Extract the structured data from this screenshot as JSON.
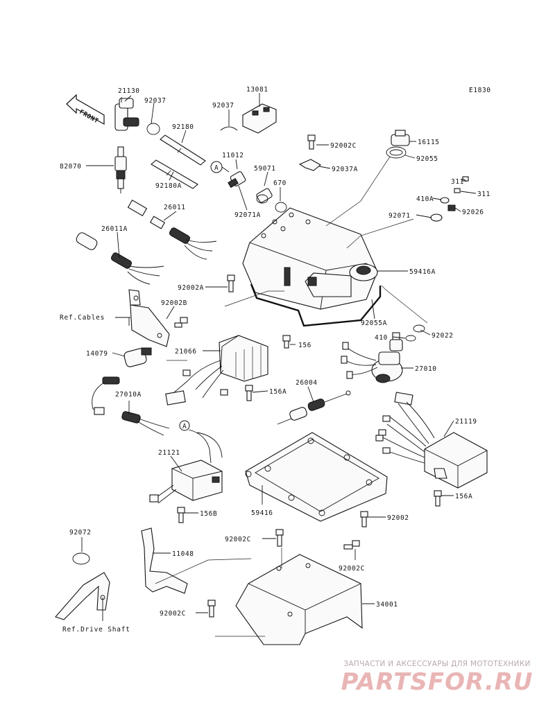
{
  "diagram": {
    "code": "E1830",
    "front_label": "FRONT",
    "callout_a": "A",
    "labels": [
      {
        "id": "21130",
        "text": "21130"
      },
      {
        "id": "92037_a",
        "text": "92037"
      },
      {
        "id": "92037_b",
        "text": "92037"
      },
      {
        "id": "13081",
        "text": "13081"
      },
      {
        "id": "92180",
        "text": "92180"
      },
      {
        "id": "92180A",
        "text": "92180A"
      },
      {
        "id": "82070",
        "text": "82070"
      },
      {
        "id": "11012",
        "text": "11012"
      },
      {
        "id": "59071",
        "text": "59071"
      },
      {
        "id": "670",
        "text": "670"
      },
      {
        "id": "92071A",
        "text": "92071A"
      },
      {
        "id": "92002C_top",
        "text": "92002C"
      },
      {
        "id": "92037A",
        "text": "92037A"
      },
      {
        "id": "16115",
        "text": "16115"
      },
      {
        "id": "92055",
        "text": "92055"
      },
      {
        "id": "311_a",
        "text": "311"
      },
      {
        "id": "311_b",
        "text": "311"
      },
      {
        "id": "410A",
        "text": "410A"
      },
      {
        "id": "92026",
        "text": "92026"
      },
      {
        "id": "92071",
        "text": "92071"
      },
      {
        "id": "26011",
        "text": "26011"
      },
      {
        "id": "26011A",
        "text": "26011A"
      },
      {
        "id": "59416A",
        "text": "59416A"
      },
      {
        "id": "92002A",
        "text": "92002A"
      },
      {
        "id": "92002B",
        "text": "92002B"
      },
      {
        "id": "ref_cables",
        "text": "Ref.Cables"
      },
      {
        "id": "92055A",
        "text": "92055A"
      },
      {
        "id": "92022",
        "text": "92022"
      },
      {
        "id": "410",
        "text": "410"
      },
      {
        "id": "156",
        "text": "156"
      },
      {
        "id": "14079",
        "text": "14079"
      },
      {
        "id": "21066",
        "text": "21066"
      },
      {
        "id": "27010",
        "text": "27010"
      },
      {
        "id": "26004",
        "text": "26004"
      },
      {
        "id": "27010A",
        "text": "27010A"
      },
      {
        "id": "156A_mid",
        "text": "156A"
      },
      {
        "id": "21119",
        "text": "21119"
      },
      {
        "id": "21121",
        "text": "21121"
      },
      {
        "id": "59416",
        "text": "59416"
      },
      {
        "id": "156A_right",
        "text": "156A"
      },
      {
        "id": "156B",
        "text": "156B"
      },
      {
        "id": "92002",
        "text": "92002"
      },
      {
        "id": "92072",
        "text": "92072"
      },
      {
        "id": "11048",
        "text": "11048"
      },
      {
        "id": "92002C_mid",
        "text": "92002C"
      },
      {
        "id": "92002C_right",
        "text": "92002C"
      },
      {
        "id": "34001",
        "text": "34001"
      },
      {
        "id": "92002C_bottom",
        "text": "92002C"
      },
      {
        "id": "ref_drive_shaft",
        "text": "Ref.Drive Shaft"
      }
    ]
  },
  "footer": {
    "caption": "ЗАПЧАСТИ И АКСЕССУАРЫ ДЛЯ МОТОТЕХНИКИ",
    "logo": "PARTSFOR.RU"
  }
}
